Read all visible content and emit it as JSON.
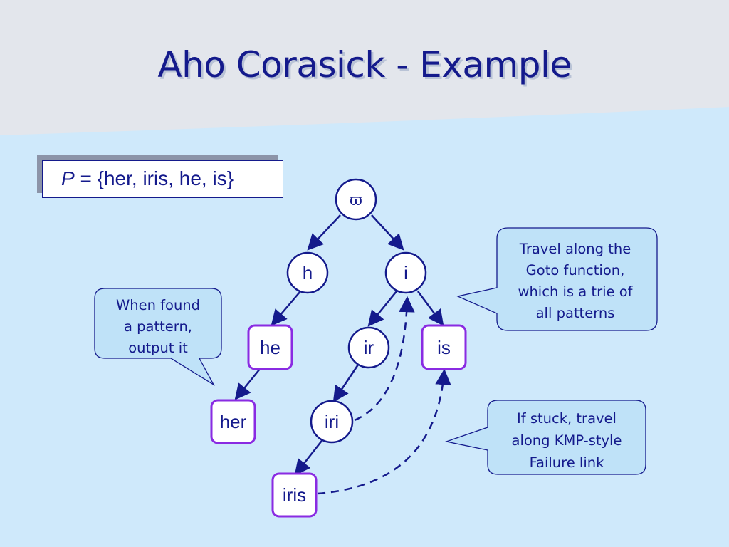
{
  "slide": {
    "title": "Aho Corasick - Example",
    "pattern_set": {
      "symbol": "P",
      "equals": " = ",
      "set": "{her, iris, he, is}"
    }
  },
  "trie": {
    "nodes": [
      {
        "id": "root",
        "label": "ϖ",
        "output": false
      },
      {
        "id": "h",
        "label": "h",
        "output": false
      },
      {
        "id": "i",
        "label": "i",
        "output": false
      },
      {
        "id": "he",
        "label": "he",
        "output": true
      },
      {
        "id": "ir",
        "label": "ir",
        "output": false
      },
      {
        "id": "is",
        "label": "is",
        "output": true
      },
      {
        "id": "her",
        "label": "her",
        "output": true
      },
      {
        "id": "iri",
        "label": "iri",
        "output": false
      },
      {
        "id": "iris",
        "label": "iris",
        "output": true
      }
    ],
    "goto_edges": [
      [
        "root",
        "h"
      ],
      [
        "root",
        "i"
      ],
      [
        "h",
        "he"
      ],
      [
        "i",
        "ir"
      ],
      [
        "i",
        "is"
      ],
      [
        "he",
        "her"
      ],
      [
        "ir",
        "iri"
      ],
      [
        "iri",
        "iris"
      ]
    ],
    "failure_links": [
      [
        "iri",
        "i"
      ],
      [
        "iris",
        "is"
      ]
    ]
  },
  "callouts": {
    "goto": [
      "Travel along the",
      "Goto function,",
      "which is a trie of",
      "all patterns"
    ],
    "output": [
      "When found",
      "a pattern,",
      "output it"
    ],
    "failure": [
      "If stuck, travel",
      "along KMP-style",
      "Failure link"
    ]
  },
  "colors": {
    "background": "#cfe9fb",
    "header_band": "#e3e6ec",
    "ink": "#141a8c",
    "output_node_border": "#8a2be2",
    "callout_fill": "#bfe2f8"
  }
}
